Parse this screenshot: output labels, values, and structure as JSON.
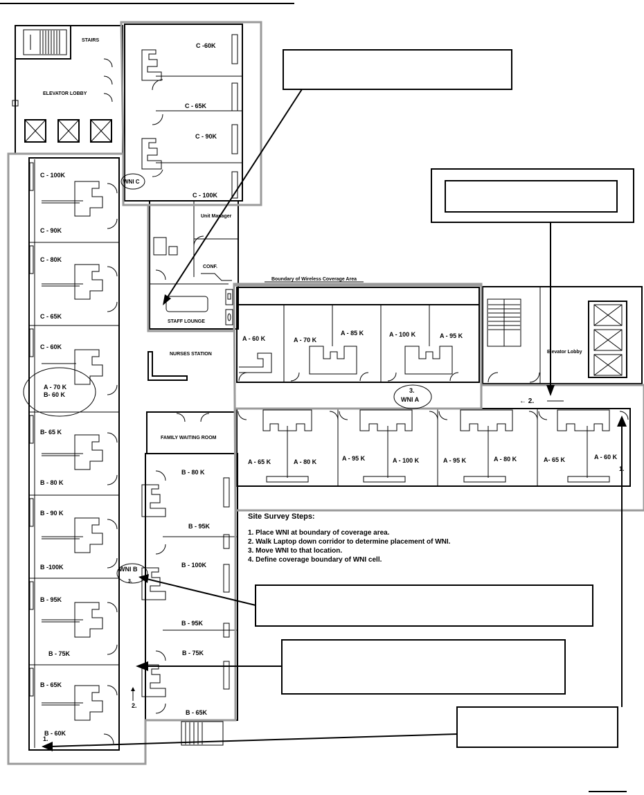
{
  "labels": {
    "stairs": "STAIRS",
    "elevator_lobby_left": "ELEVATOR LOBBY",
    "elevator_lobby_right": "Elevator Lobby",
    "unit_manager": "Unit Manager",
    "conf": "CONF.",
    "staff_lounge": "STAFF LOUNGE",
    "nurses_station": "NURSES STATION",
    "family_waiting_room": "FAMILY WAITING ROOM",
    "boundary": "Boundary of Wireless Coverage Area"
  },
  "rooms_c_right": [
    "C -60K",
    "C - 65K",
    "C - 90K",
    "C - 100K"
  ],
  "rooms_left": [
    "C - 100K",
    "C - 90K",
    "C - 80K",
    "C - 65K",
    "C - 60K",
    "A - 70 K",
    "B- 60 K",
    "B- 65 K",
    "B - 80 K",
    "B - 90 K",
    "B -100K",
    "B - 95K",
    "B - 75K",
    "B - 65K",
    "B - 60K"
  ],
  "rooms_b_right": [
    "B - 80 K",
    "B - 95K",
    "B - 100K",
    "B - 95K",
    "B - 75K",
    "B - 65K"
  ],
  "rooms_a_top": [
    "A - 60 K",
    "A - 70 K",
    "A - 85 K",
    "A - 100 K",
    "A - 95 K"
  ],
  "rooms_a_bottom": [
    "A - 65 K",
    "A - 80 K",
    "A - 95 K",
    "A - 100 K",
    "A - 95 K",
    "A - 80 K",
    "A- 65 K",
    "A - 60 K"
  ],
  "wni": {
    "c": "WNI C",
    "a": "WNI A",
    "a_step": "3.",
    "b": "WNI B",
    "b_step": "3."
  },
  "markers": {
    "a_walk": "← 2.",
    "a_start": "1.",
    "b_walk": "2.",
    "b_start": "1."
  },
  "steps": {
    "title": "Site Survey Steps:",
    "items": [
      "1. Place WNI at boundary of coverage area.",
      "2. Walk Laptop down corridor to determine placement of WNI.",
      "3. Move WNI to that location.",
      "4. Define coverage boundary of WNI cell."
    ]
  }
}
